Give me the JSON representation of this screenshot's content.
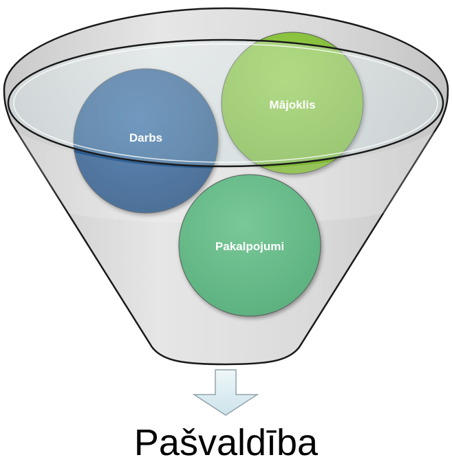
{
  "diagram": {
    "type": "funnel",
    "colors": {
      "funnel_fill": "#d9d9d9",
      "funnel_stroke": "#1a1a1a",
      "rim_fill": "#dcecef",
      "darbs": "#2f5f94",
      "majoklis": "#8cc63f",
      "pakalpojumi": "#6cbf8d",
      "arrow_fill": "#d7ecf1",
      "arrow_stroke": "#8fa3ab"
    },
    "inputs": [
      {
        "id": "darbs",
        "label": "Darbs"
      },
      {
        "id": "majoklis",
        "label": "Mājoklis"
      },
      {
        "id": "pakalpojumi",
        "label": "Pakalpojumi"
      }
    ],
    "output": {
      "label": "Pašvaldība"
    }
  }
}
